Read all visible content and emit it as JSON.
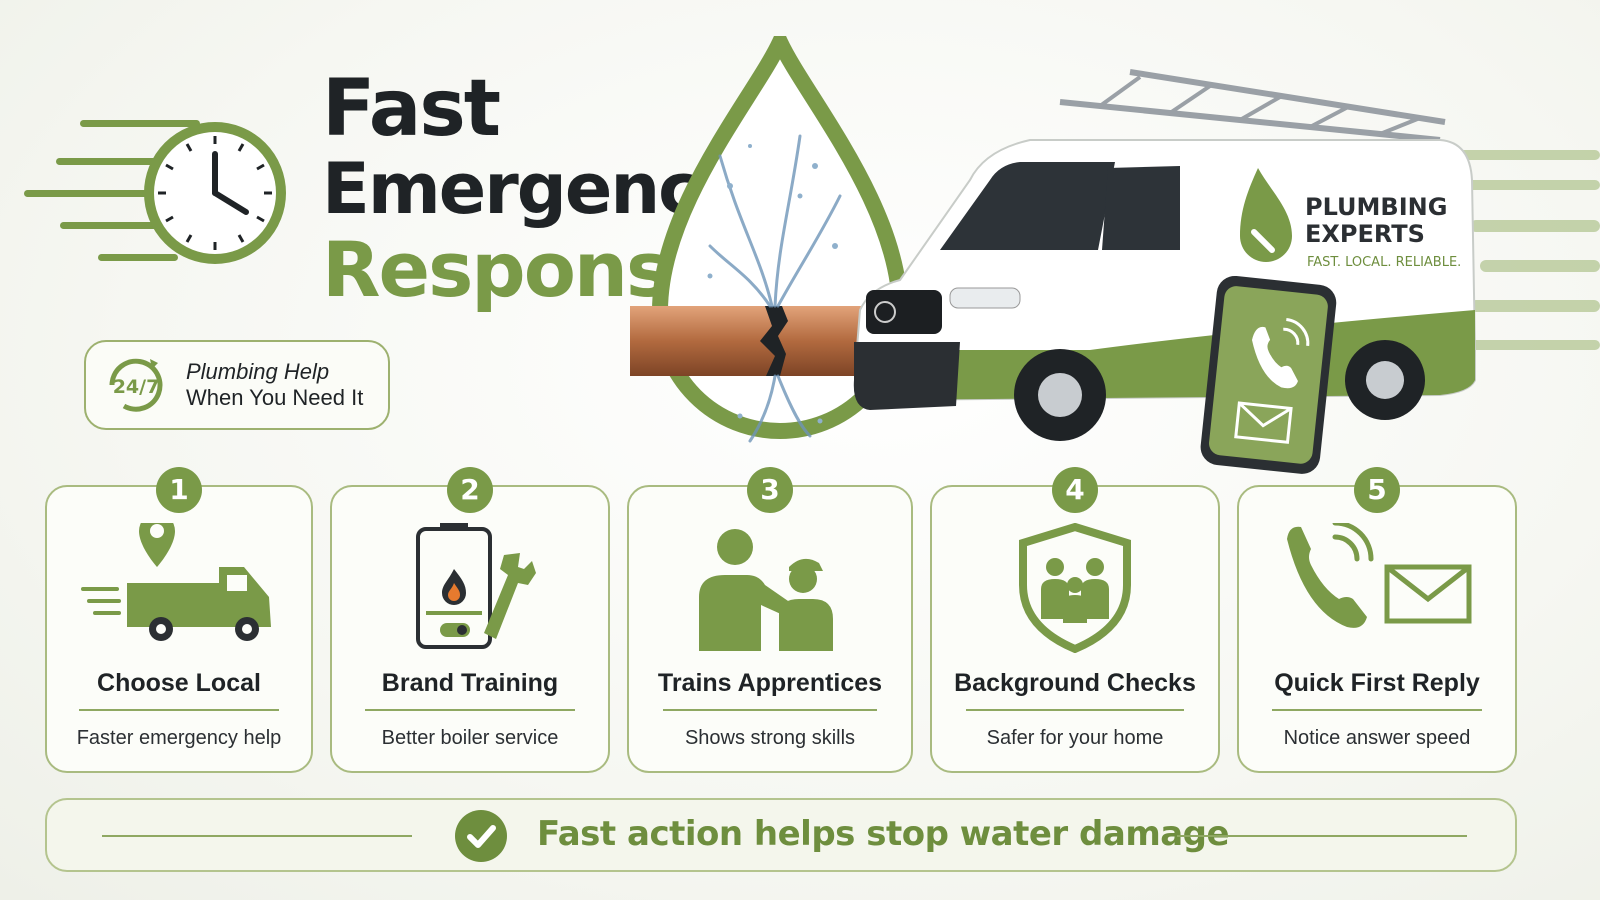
{
  "hero": {
    "title_line1": "Fast",
    "title_line2": "Emergency",
    "title_line3": "Response",
    "pill_badge": "24/7",
    "pill_line1": "Plumbing Help",
    "pill_line2": "When You Need It"
  },
  "van": {
    "brand_line1": "PLUMBING",
    "brand_line2": "EXPERTS",
    "tagline": "FAST. LOCAL. RELIABLE."
  },
  "cards": [
    {
      "number": "1",
      "title": "Choose Local",
      "subtitle": "Faster emergency help",
      "icon": "van-location-icon"
    },
    {
      "number": "2",
      "title": "Brand Training",
      "subtitle": "Better boiler service",
      "icon": "boiler-wrench-icon"
    },
    {
      "number": "3",
      "title": "Trains Apprentices",
      "subtitle": "Shows strong skills",
      "icon": "mentor-apprentice-icon"
    },
    {
      "number": "4",
      "title": "Background Checks",
      "subtitle": "Safer for your home",
      "icon": "family-shield-icon"
    },
    {
      "number": "5",
      "title": "Quick First Reply",
      "subtitle": "Notice answer speed",
      "icon": "phone-mail-icon"
    }
  ],
  "footer": {
    "message": "Fast action helps stop water damage"
  },
  "colors": {
    "accent": "#7a9a48",
    "dark": "#1f2326",
    "card_border": "#a9bb80"
  }
}
